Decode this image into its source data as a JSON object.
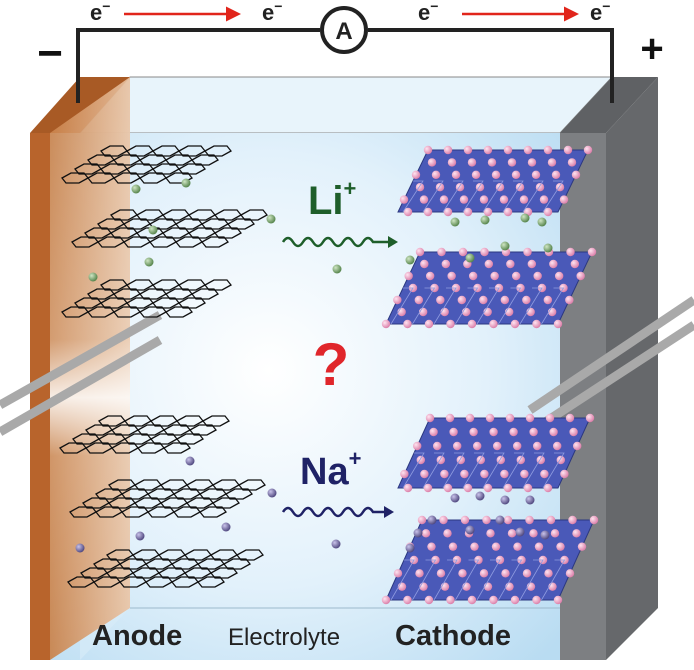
{
  "circuit": {
    "electron": "e",
    "electron_sup": "−",
    "ammeter": "A",
    "negative_terminal": "−",
    "positive_terminal": "+"
  },
  "ions": {
    "li": {
      "symbol": "Li",
      "charge": "+",
      "color": "#1e5e2a"
    },
    "na": {
      "symbol": "Na",
      "charge": "+",
      "color": "#1f2266"
    }
  },
  "question": {
    "text": "?",
    "color": "#e0262b"
  },
  "labels": {
    "anode": "Anode",
    "electrolyte": "Electrolyte",
    "cathode": "Cathode"
  },
  "colors": {
    "anode_plate": "#b8642c",
    "cathode_plate": "#7d7f82",
    "electrolyte": "#cfe8f6",
    "li_particle": "#6f9a62",
    "na_particle": "#6a6296",
    "octahedra": "#4a59b8",
    "oxygen": "#f2a8c8",
    "arrow": "#e1251b"
  }
}
